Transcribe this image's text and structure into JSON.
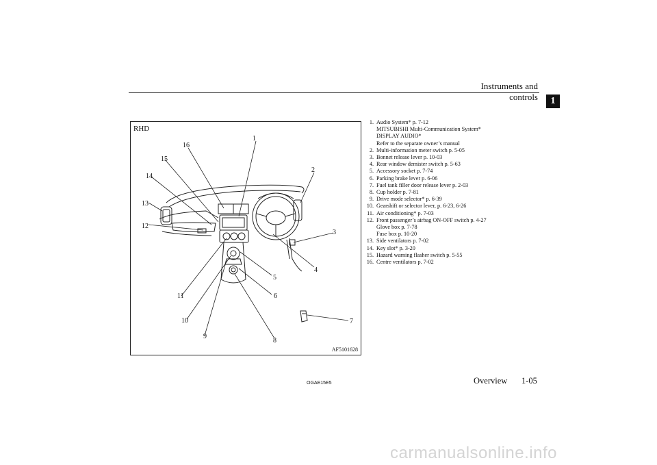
{
  "header": {
    "title": "Instruments and controls",
    "chapter": "1"
  },
  "figure": {
    "label": "RHD",
    "code": "AF5101628",
    "callouts": [
      "1",
      "2",
      "3",
      "4",
      "5",
      "6",
      "7",
      "8",
      "9",
      "10",
      "11",
      "12",
      "13",
      "14",
      "15",
      "16"
    ]
  },
  "legend": [
    {
      "num": "1.",
      "lines": [
        "Audio System* p. 7-12",
        "MITSUBISHI Multi-Communication System*",
        "DISPLAY AUDIO*",
        "Refer to the separate owner’s manual"
      ]
    },
    {
      "num": "2.",
      "lines": [
        "Multi-information meter switch p. 5-05"
      ]
    },
    {
      "num": "3.",
      "lines": [
        "Bonnet release lever p. 10-03"
      ]
    },
    {
      "num": "4.",
      "lines": [
        "Rear window demister switch p. 5-63"
      ]
    },
    {
      "num": "5.",
      "lines": [
        "Accessory socket p. 7-74"
      ]
    },
    {
      "num": "6.",
      "lines": [
        "Parking brake lever p. 6-06"
      ]
    },
    {
      "num": "7.",
      "lines": [
        "Fuel tank filler door release lever p. 2-03"
      ]
    },
    {
      "num": "8.",
      "lines": [
        "Cup holder p. 7-81"
      ]
    },
    {
      "num": "9.",
      "lines": [
        "Drive mode selector* p. 6-39"
      ]
    },
    {
      "num": "10.",
      "lines": [
        "Gearshift or selector lever, p. 6-23, 6-26"
      ]
    },
    {
      "num": "11.",
      "lines": [
        "Air conditioning* p. 7-03"
      ]
    },
    {
      "num": "12.",
      "lines": [
        "Front passenger’s airbag ON-OFF switch p. 4-27",
        "Glove box p. 7-78",
        "Fuse box p. 10-20"
      ]
    },
    {
      "num": "13.",
      "lines": [
        "Side ventilators p. 7-02"
      ]
    },
    {
      "num": "14.",
      "lines": [
        "Key slot* p. 3-20"
      ]
    },
    {
      "num": "15.",
      "lines": [
        "Hazard warning flasher switch p. 5-55"
      ]
    },
    {
      "num": "16.",
      "lines": [
        "Centre ventilators p. 7-02"
      ]
    }
  ],
  "footer": {
    "code": "OGAE15E5",
    "section": "Overview",
    "page": "1-05"
  },
  "watermark": "carmanualsonline.info"
}
